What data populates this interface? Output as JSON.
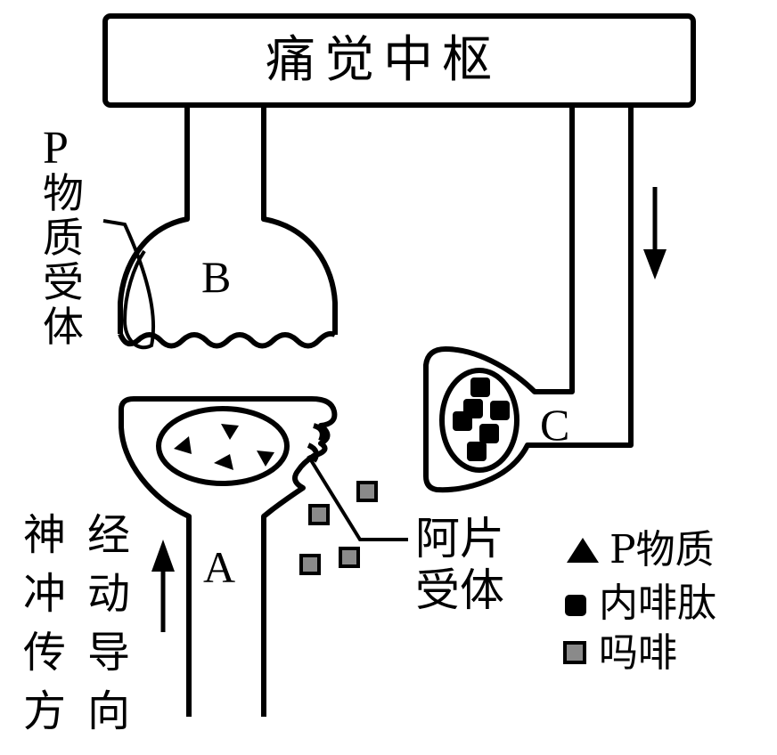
{
  "center_label": "痛觉中枢",
  "neurons": {
    "a": "A",
    "b": "B",
    "c": "C"
  },
  "labels": {
    "p_receptor": [
      "P",
      "物",
      "质",
      "受",
      "体"
    ],
    "opiate_receptor": [
      "阿片",
      "受体"
    ],
    "impulse_col1": [
      "神",
      "冲",
      "传",
      "方"
    ],
    "impulse_col2": [
      "经",
      "动",
      "导",
      "向"
    ]
  },
  "legend": {
    "p_substance": "P物质",
    "endorphin": "内啡肽",
    "morphine": "吗啡"
  },
  "colors": {
    "stroke": "#000000",
    "morphine_fill": "#8a8a8a",
    "background": "#ffffff"
  }
}
